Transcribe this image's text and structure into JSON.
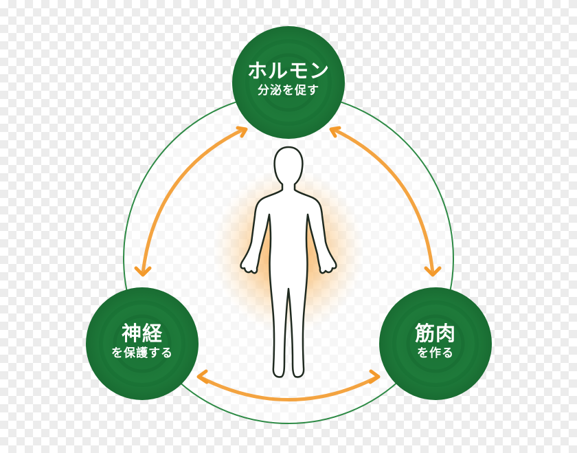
{
  "nodes": {
    "hormone": {
      "title": "ホルモン",
      "subtitle": "分泌を促す"
    },
    "nerve": {
      "title": "神経",
      "subtitle": "を保護する"
    },
    "muscle": {
      "title": "筋肉",
      "subtitle": "を作る"
    }
  },
  "colors": {
    "node_fill": "#1e7a3a",
    "node_fill_dark": "#15652d",
    "ring_stroke": "#2d8a45",
    "arrow": "#f39a2c",
    "glow": "#f7a64a",
    "silhouette_fill": "#ffffff",
    "silhouette_stroke": "#1f2a20"
  },
  "icons": {
    "figure": "human-silhouette-icon",
    "arrow": "double-headed-curved-arrow-icon"
  }
}
